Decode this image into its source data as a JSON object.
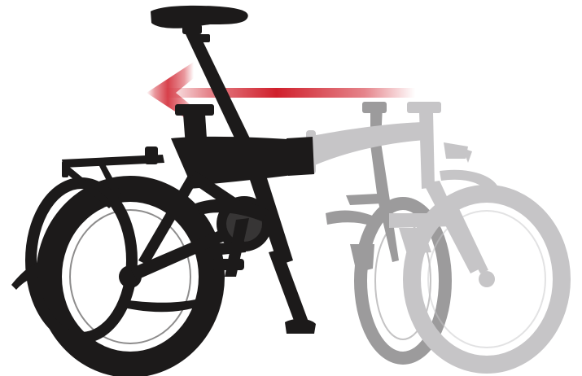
{
  "illustration": {
    "subject": "folding-bicycle",
    "parts": {
      "rear_half": {
        "state": "fixed",
        "color": "#1c1a1a"
      },
      "front_half_ghost_far": {
        "state": "folding",
        "color": "#9c9b9c"
      },
      "front_half_ghost_near": {
        "state": "folding",
        "color": "#c6c5c7"
      }
    },
    "fold_arrow": {
      "direction": "left",
      "color": "#d0202c"
    }
  }
}
